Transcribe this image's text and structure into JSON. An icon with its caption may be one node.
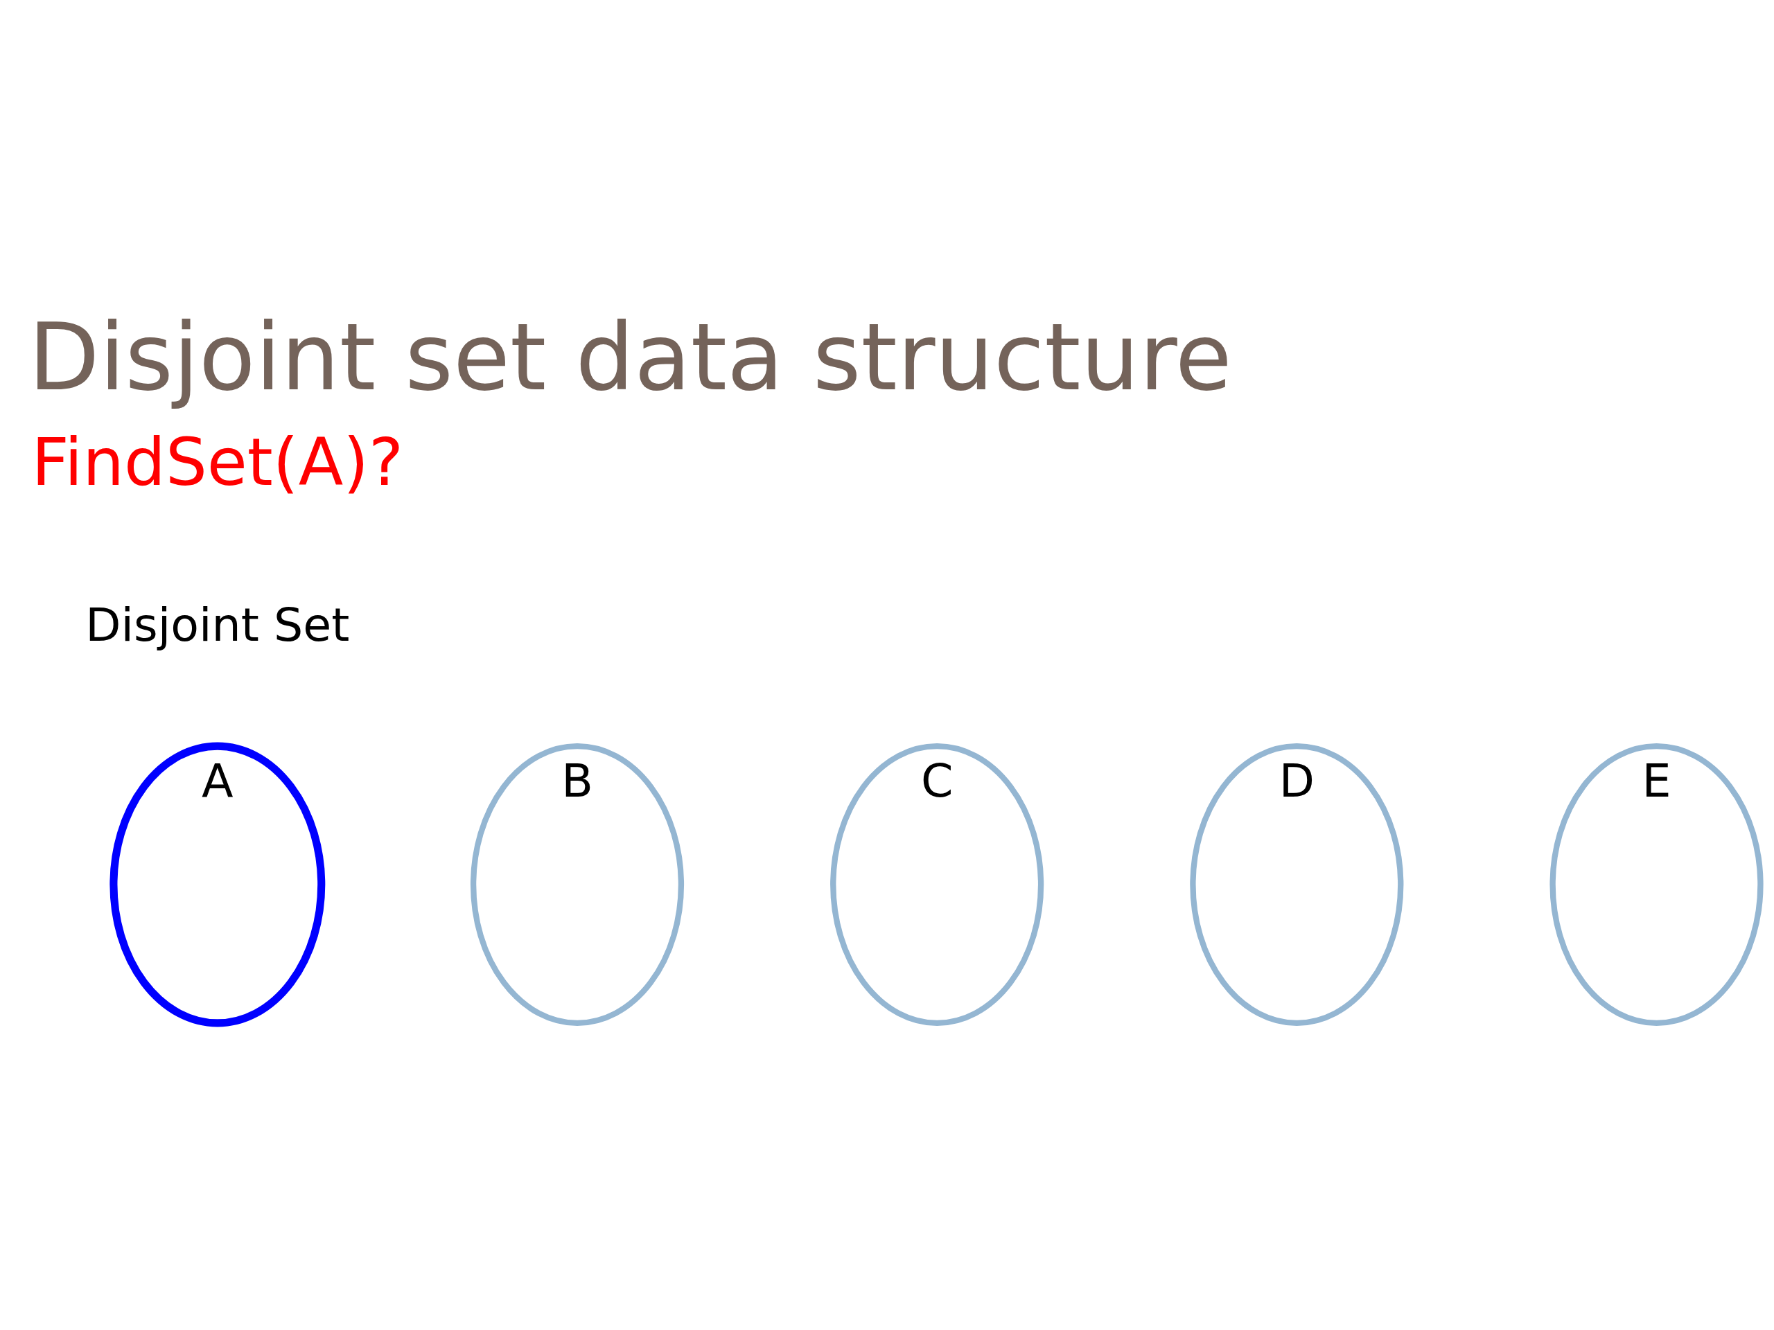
{
  "diagram": {
    "title": "Disjoint set data structure",
    "nodes": [
      {
        "text": [
          "A"
        ]
      },
      {
        "text": [
          "B"
        ]
      },
      {
        "text": [
          "C"
        ]
      },
      {
        "text": [
          "D"
        ]
      },
      {
        "text": [
          "E"
        ]
      }
    ],
    "labels": [
      "FindSet(A)?",
      "Disjoint Set"
    ]
  }
}
